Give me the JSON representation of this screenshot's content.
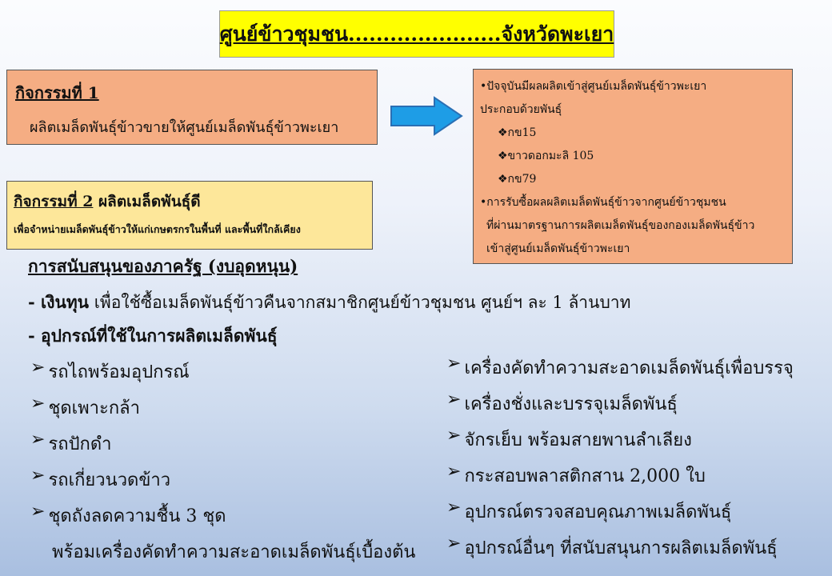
{
  "title": "ศูนย์ข้าวชุมชน......................จังหวัดพะเยา",
  "activity1": {
    "heading": "กิจกรรมที่ 1",
    "detail": "ผลิตเมล็ดพันธุ์ข้าวขายให้ศูนย์เมล็ดพันธุ์ข้าวพะเยา"
  },
  "info": {
    "lines": [
      "•ปัจจุบันมีผลผลิตเข้าสู่ศูนย์เมล็ดพันธุ์ข้าวพะเยา",
      "ประกอบด้วยพันธุ์",
      "❖กข15",
      "❖ขาวดอกมะลิ 105",
      "❖กข79",
      "•การรับซื้อผลผลิตเมล็ดพันธุ์ข้าวจากศูนย์ข้าวชุมชน",
      "ที่ผ่านมาตรฐานการผลิตเมล็ดพันธุ์ของกองเมล็ดพันธุ์ข้าว",
      "เข้าสู่ศูนย์เมล็ดพันธุ์ข้าวพะเยา"
    ]
  },
  "activity2": {
    "heading_under": "กิจกรรมที่ 2",
    "heading_rest": " ผลิตเมล็ดพันธุ์ดี",
    "detail": "เพื่อจำหน่ายเมล็ดพันธุ์ข้าวให้แก่เกษตรกรในพื้นที่ และพื้นที่ใกล้เคียง"
  },
  "support": {
    "heading": "การสนับสนุนของภาครัฐ (งบอุดหนุน)",
    "fund_label": "- เงินทุน",
    "fund_text": " เพื่อใช้ซื้อเมล็ดพันธุ์ข้าวคืนจากสมาชิกศูนย์ข้าวชุมชน ศูนย์ฯ ละ 1 ล้านบาท",
    "equipment_heading": "- อุปกรณ์ที่ใช้ในการผลิตเมล็ดพันธุ์",
    "bullet": "➢",
    "left_items": [
      "รถไถพร้อมอุปกรณ์",
      "ชุดเพาะกล้า",
      "รถปักดำ",
      "รถเกี่ยวนวดข้าว",
      "ชุดถังลดความชื้น  3 ชุด"
    ],
    "left_continuation": "พร้อมเครื่องคัดทำความสะอาดเมล็ดพันธุ์เบื้องต้น",
    "right_items": [
      "เครื่องคัดทำความสะอาดเมล็ดพันธุ์เพื่อบรรจุ",
      "เครื่องชั่งและบรรจุเมล็ดพันธุ์",
      "จักรเย็บ พร้อมสายพานลำเลียง",
      "กระสอบพลาสติกสาน 2,000 ใบ",
      "อุปกรณ์ตรวจสอบคุณภาพเมล็ดพันธุ์",
      "อุปกรณ์อื่นๆ ที่สนับสนุนการผลิตเมล็ดพันธุ์"
    ]
  },
  "colors": {
    "title_bg": "#ffff00",
    "box_orange": "#f5ad83",
    "box_yellow": "#fde79a",
    "arrow_fill": "#1e9de6"
  },
  "icons": {
    "arrow": "right-arrow-icon"
  }
}
